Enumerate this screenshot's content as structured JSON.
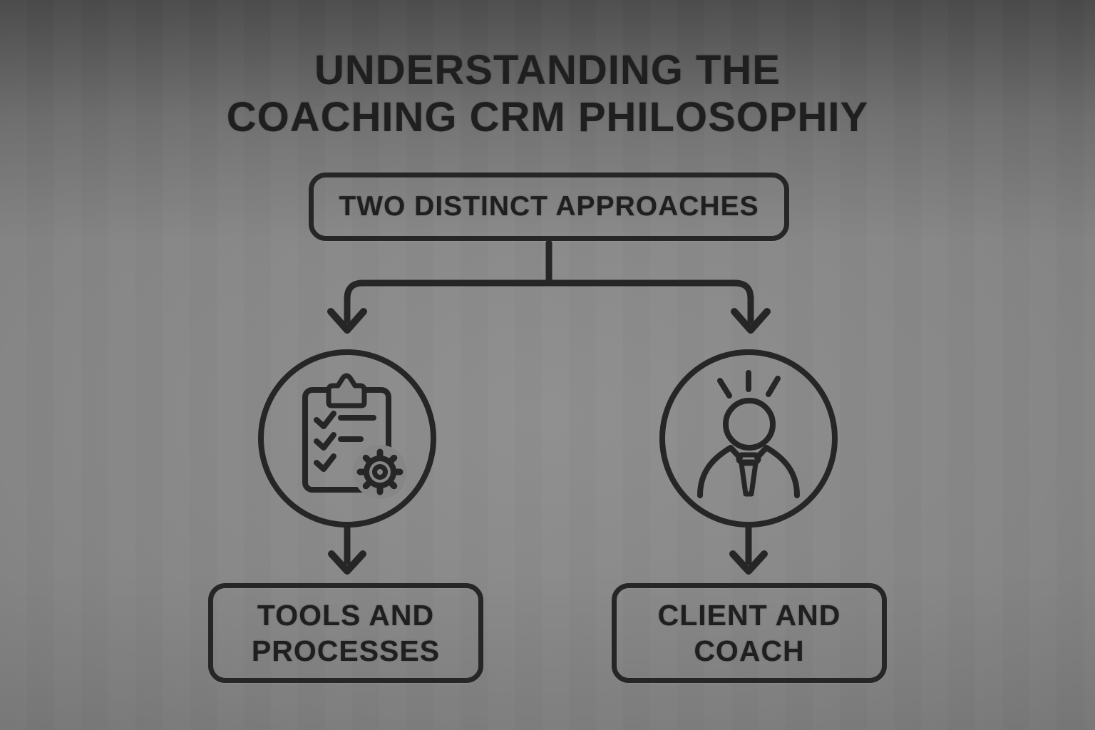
{
  "title": {
    "line1": "UNDERSTANDING THE",
    "line2": "COACHING CRM PHILOSOPHIY"
  },
  "root_node": {
    "label": "TWO DISTINCT APPROACHES"
  },
  "branches": {
    "left": {
      "icon": "clipboard-checklist-gear",
      "label_line1": "TOOLS AND",
      "label_line2": "PROCESSES"
    },
    "right": {
      "icon": "person-idea-tie",
      "label_line1": "CLIENT AND",
      "label_line2": "COACH"
    }
  },
  "colors": {
    "line": "#262626",
    "text": "#1f1f1f",
    "background_center": "#8f8f8f",
    "background_top_corner": "#3b3b3b",
    "background_bottom": "#757575",
    "icon_occlusion_fill": "#868686"
  }
}
